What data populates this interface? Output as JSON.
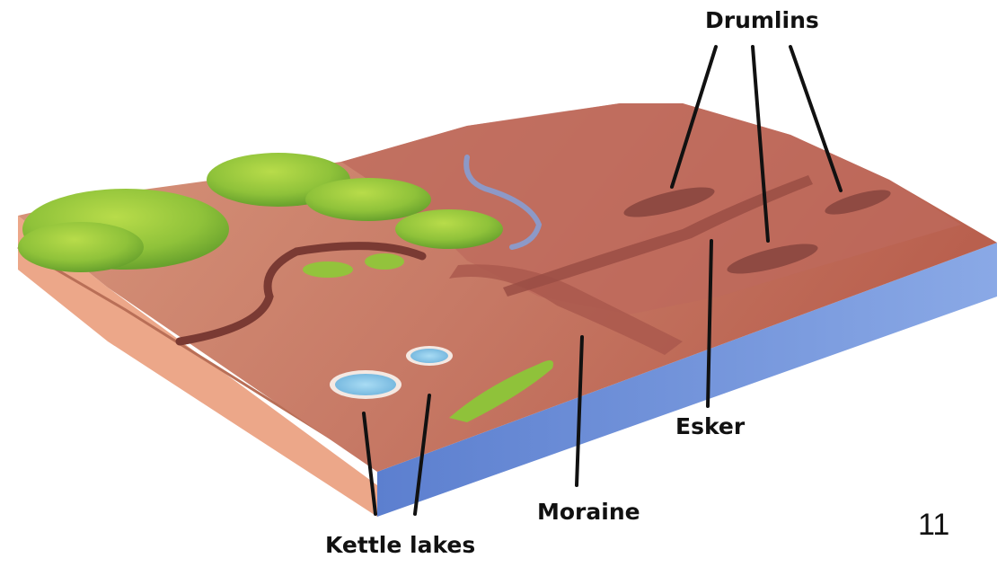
{
  "labels": {
    "drumlins": "Drumlins",
    "esker": "Esker",
    "moraine": "Moraine",
    "kettle_lakes": "Kettle lakes"
  },
  "page_number": "11",
  "colors": {
    "terrain_top": "#c9826a",
    "terrain_side": "#e9a98d",
    "upland_terrain": "#b5645a",
    "grass": "#8fc23a",
    "water": "#6f90d6",
    "lake": "#8cc8e8",
    "leader_lines": "#111111"
  }
}
